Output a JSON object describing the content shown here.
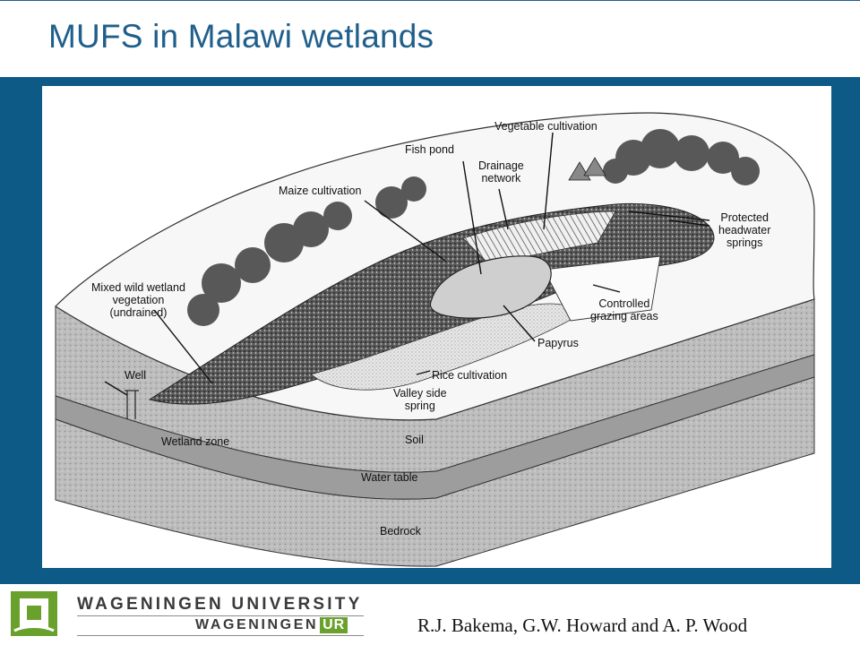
{
  "slide": {
    "title": "MUFS in Malawi wetlands",
    "credit": "R.J. Bakema, G.W. Howard and A. P. Wood"
  },
  "logo": {
    "line1": "WAGENINGEN UNIVERSITY",
    "line2_text": "WAGENINGEN",
    "line2_box": "UR",
    "brand_green": "#6aa12c",
    "brand_blue": "#0d5a86"
  },
  "diagram": {
    "labels": {
      "vegetable_cultivation": "Vegetable cultivation",
      "fish_pond": "Fish pond",
      "drainage_network_1": "Drainage",
      "drainage_network_2": "network",
      "maize_cultivation": "Maize cultivation",
      "protected_1": "Protected",
      "protected_2": "headwater",
      "protected_3": "springs",
      "mixed_1": "Mixed wild wetland",
      "mixed_2": "vegetation",
      "mixed_3": "(undrained)",
      "controlled_1": "Controlled",
      "controlled_2": "grazing areas",
      "papyrus": "Papyrus",
      "well": "Well",
      "rice_cultivation": "Rice cultivation",
      "valley_1": "Valley side",
      "valley_2": "spring",
      "wetland_zone": "Wetland zone",
      "soil": "Soil",
      "water_table": "Water table",
      "bedrock": "Bedrock"
    }
  }
}
